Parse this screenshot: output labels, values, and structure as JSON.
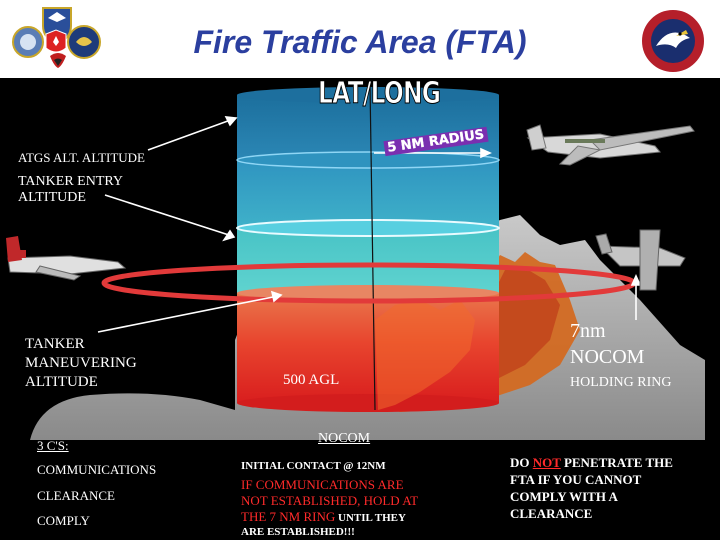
{
  "header": {
    "title": "Fire Traffic Area (FTA)"
  },
  "diagram": {
    "lat_long_label": "LAT/LONG",
    "radius_label": "5 NM RADIUS",
    "atgs_alt_label": "ATGS ALT. ALTITUDE",
    "tanker_entry_label_line1": "TANKER ENTRY",
    "tanker_entry_label_line2": "ALTITUDE",
    "tanker_maneuver_line1": "TANKER",
    "tanker_maneuver_line2": "MANEUVERING",
    "tanker_maneuver_line3": "ALTITUDE",
    "agl_label": "500 AGL",
    "seven_nm_line1": "7nm",
    "seven_nm_line2": "NOCOM",
    "holding_ring_label": "HOLDING RING",
    "nocom_label": "NOCOM"
  },
  "three_cs": {
    "heading": "3 C'S:",
    "items": [
      "COMMUNICATIONS",
      "CLEARANCE",
      "COMPLY"
    ]
  },
  "initial_contact": {
    "line1": "INITIAL CONTACT @ 12NM",
    "red_line1": "IF COMMUNICATIONS ARE",
    "red_line2": "NOT ESTABLISHED, HOLD AT",
    "red_line3": "THE 7 NM RING",
    "white_tail3": " UNTIL THEY",
    "white_line4": "ARE ESTABLISHED!!!"
  },
  "warning": {
    "line1_a": "DO ",
    "line1_not": "NOT",
    "line1_b": " PENETRATE THE",
    "line2": "FTA IF YOU CANNOT",
    "line3": "COMPLY WITH A",
    "line4": "CLEARANCE"
  },
  "colors": {
    "title": "#2b3f9f",
    "warning_red": "#ff2a2a",
    "ring": "#e23a3a"
  }
}
